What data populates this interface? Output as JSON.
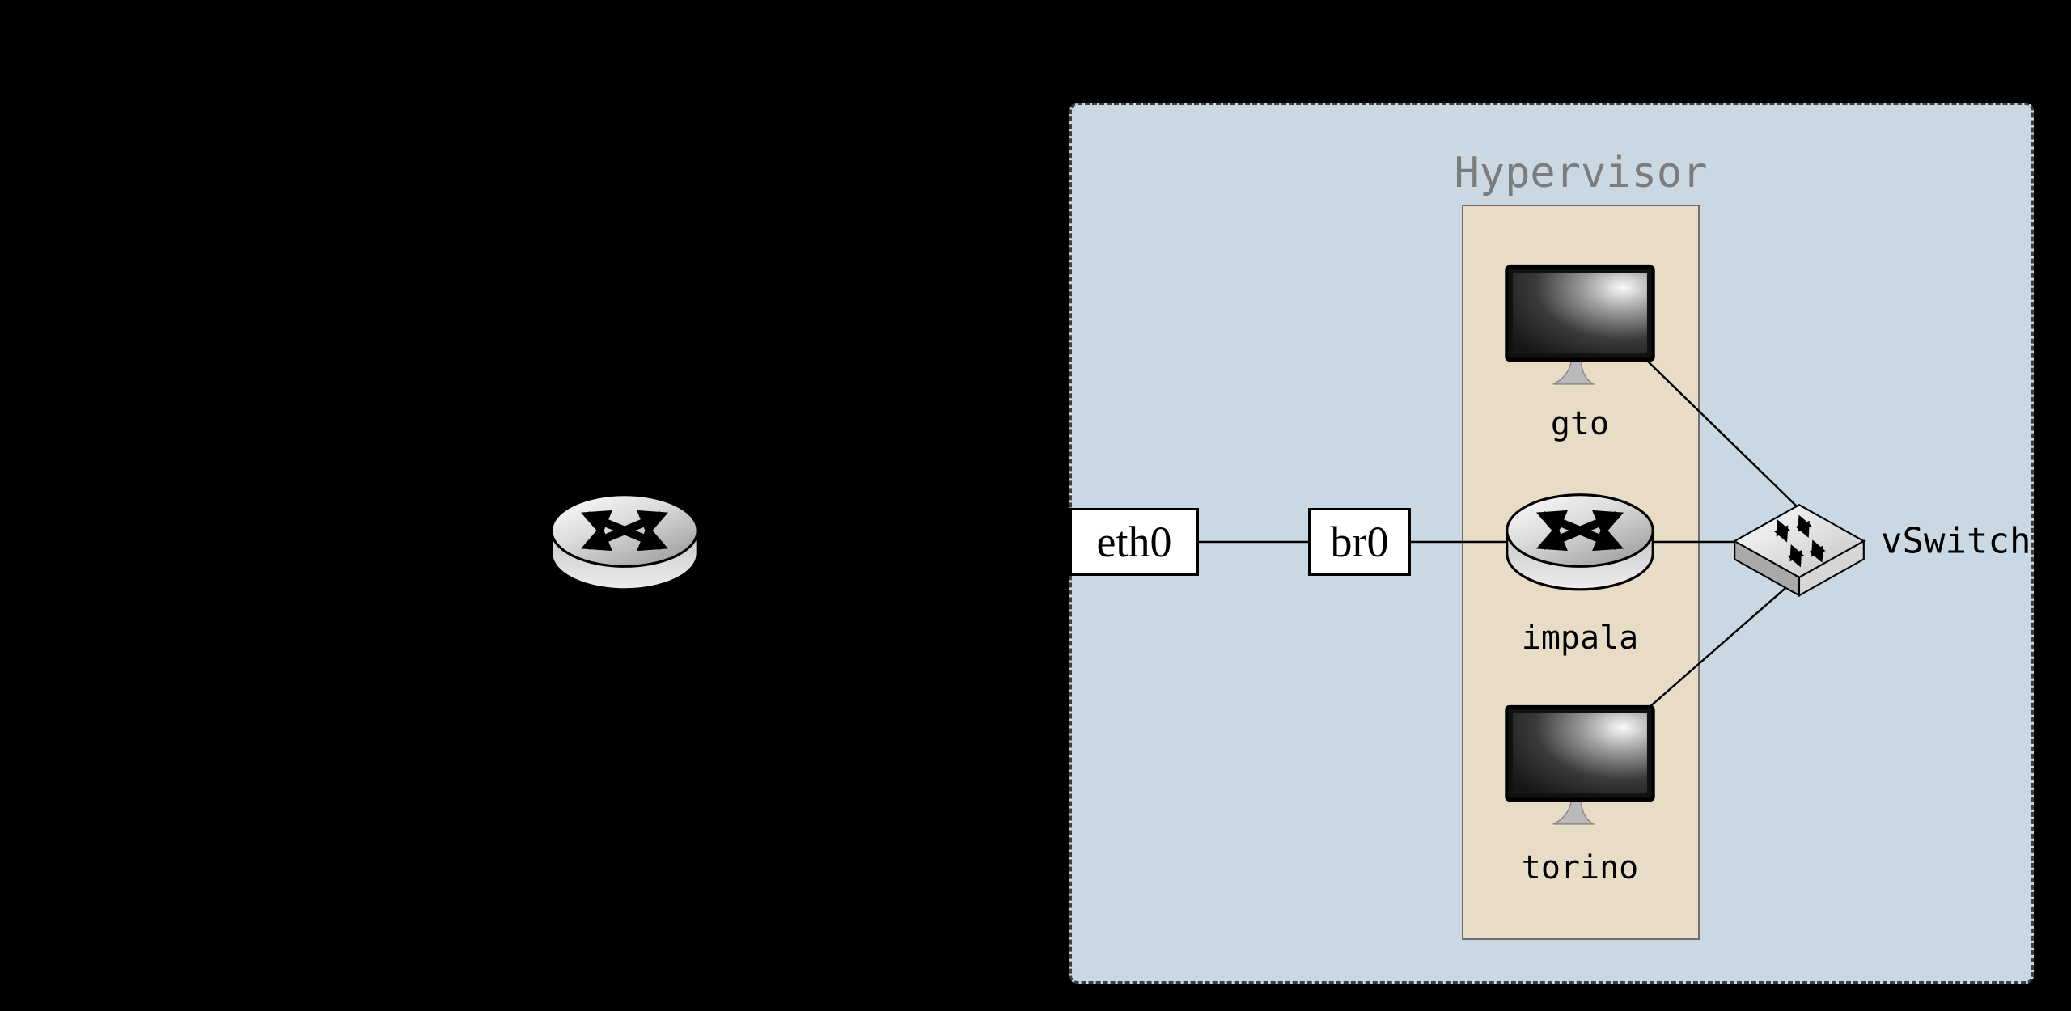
{
  "diagram": {
    "hypervisor_label": "Hypervisor",
    "nodes": {
      "gto": {
        "label": "gto",
        "icon": "monitor-icon"
      },
      "impala": {
        "label": "impala",
        "icon": "router-icon"
      },
      "torino": {
        "label": "torino",
        "icon": "monitor-icon"
      },
      "vswitch": {
        "label": "vSwitch",
        "icon": "vswitch-icon"
      },
      "external_router": {
        "icon": "router-icon"
      }
    },
    "interfaces": {
      "eth0": {
        "label": "eth0"
      },
      "br0": {
        "label": "br0"
      }
    },
    "colors": {
      "canvas_background": "#000000",
      "hypervisor_fill": "#c9d8e2",
      "hypervisor_border": "#3f3f3f",
      "hypervisor_label_color": "#7c7c7c",
      "vm_zone_fill": "#e9dcc6",
      "vm_zone_border": "#6f6f6f",
      "node_label_color": "#000000",
      "wire_color": "#000000",
      "interface_box_fill": "#ffffff"
    }
  }
}
